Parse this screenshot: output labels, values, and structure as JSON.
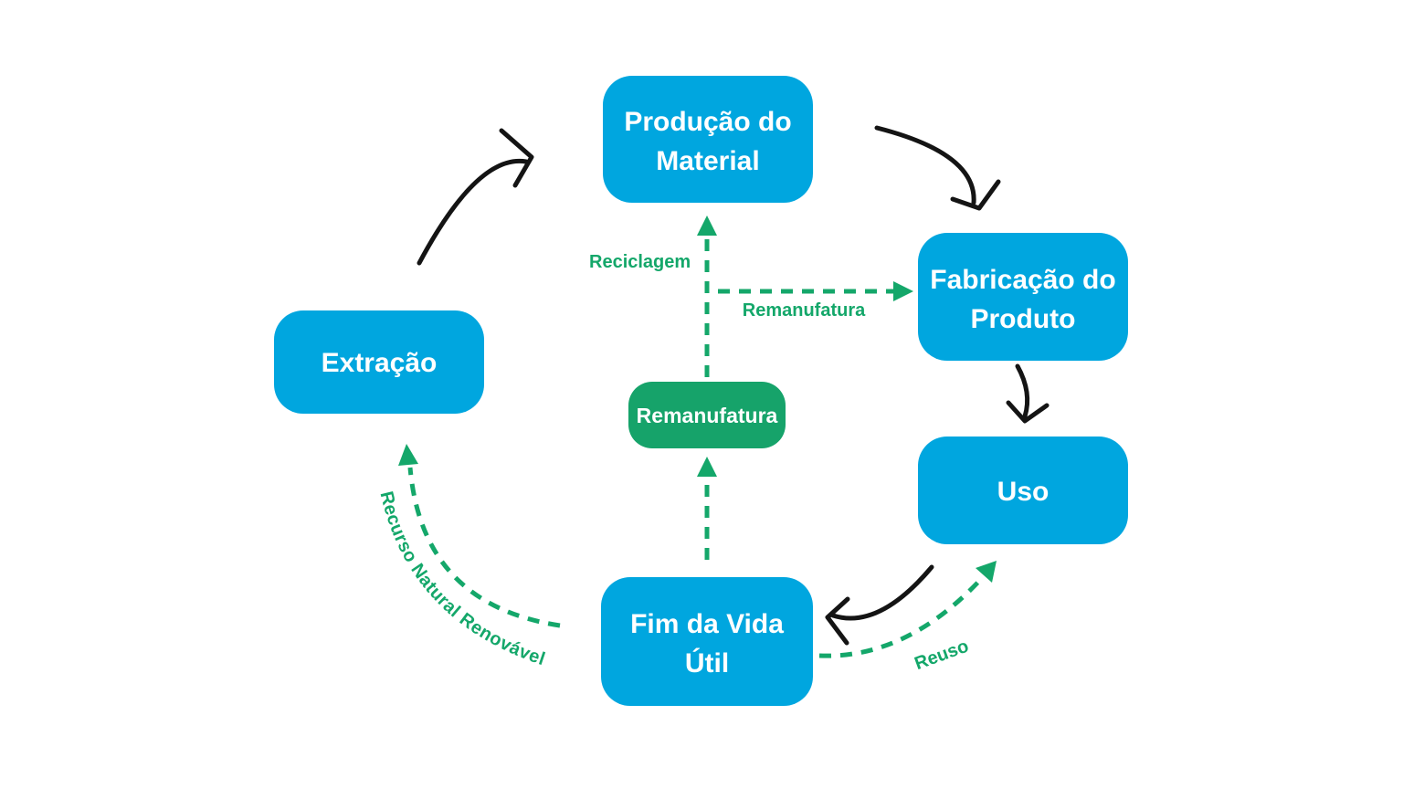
{
  "colors": {
    "node_blue": "#00A6DF",
    "node_green": "#16A36A",
    "accent_green": "#14A76A",
    "arrow_black": "#141414",
    "text_white": "#FFFFFF",
    "background": "#FFFFFF"
  },
  "nodes": {
    "producao": {
      "line1": "Produção do",
      "line2": "Material"
    },
    "fabricacao": {
      "line1": "Fabricação do",
      "line2": "Produto"
    },
    "uso": {
      "label": "Uso"
    },
    "fim": {
      "line1": "Fim da Vida",
      "line2": "Útil"
    },
    "extracao": {
      "label": "Extração"
    },
    "remanufatura": {
      "label": "Remanufatura"
    }
  },
  "arrow_labels": {
    "reciclagem": "Reciclagem",
    "remanufatura": "Remanufatura",
    "reuso": "Reuso",
    "recurso_natural": "Recurso Natural Renovável"
  }
}
